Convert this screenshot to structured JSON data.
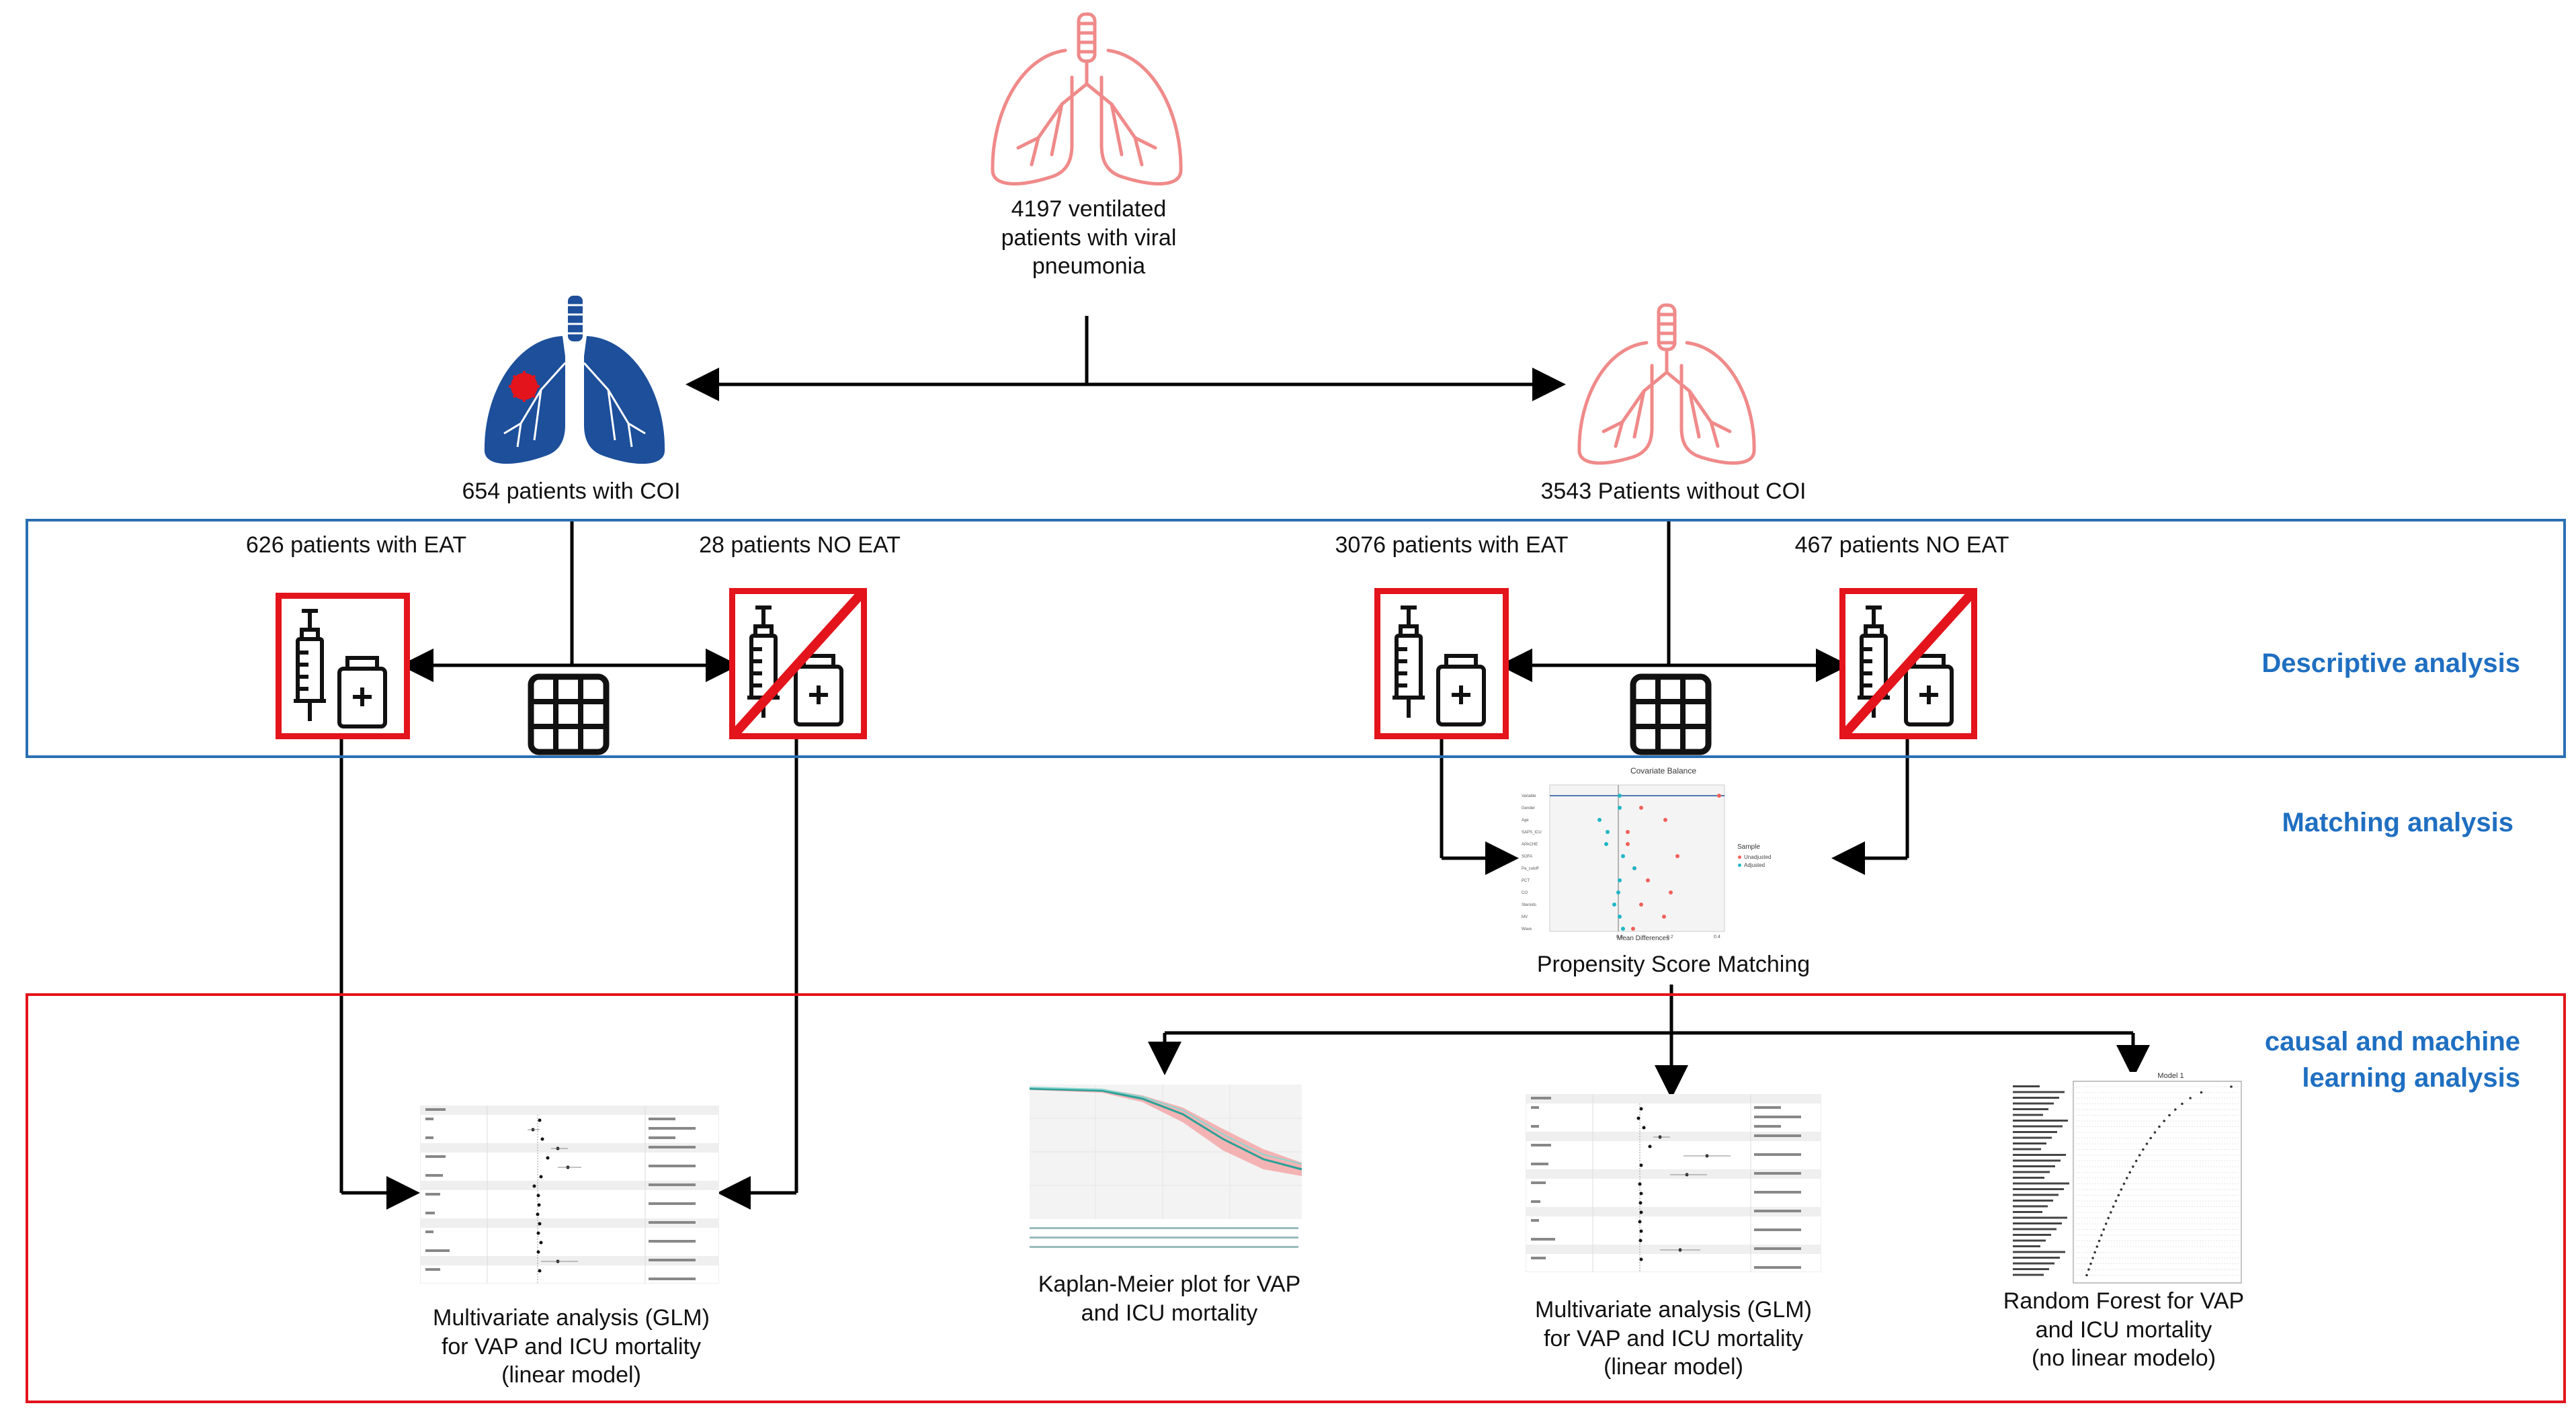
{
  "top": {
    "total_label_lines": [
      "4197 ventilated",
      "patients  with viral",
      "pneumonia"
    ]
  },
  "groups": {
    "coi": "654  patients with COI",
    "no_coi": "3543  Patients without COI"
  },
  "subgroups": {
    "coi_eat": "626  patients with EAT",
    "coi_no_eat": "28  patients NO EAT",
    "nocoi_eat": "3076 patients with EAT",
    "nocoi_no_eat": "467  patients NO EAT"
  },
  "sections": {
    "descriptive": "Descriptive analysis",
    "matching": "Matching analysis",
    "causal_line1": "causal and  machine",
    "causal_line2": "learning analysis"
  },
  "psm": {
    "title": "Covariate Balance",
    "xlabel": "Mean Differences",
    "legend_title": "Sample",
    "legend_items": [
      "Unadjusted",
      "Adjusted"
    ],
    "caption": "Propensity Score Matching",
    "colors": {
      "unadjusted": "#f0605a",
      "adjusted": "#1fb7c6"
    }
  },
  "outputs": {
    "glm_left": [
      "Multivariate analysis (GLM)",
      "for VAP and ICU mortality",
      "(linear model)"
    ],
    "km": [
      "Kaplan-Meier plot for VAP",
      "and ICU mortality"
    ],
    "glm_right": [
      "Multivariate analysis (GLM)",
      "for VAP and ICU mortality",
      "(linear model)"
    ],
    "rf": [
      "Random Forest for VAP",
      "and ICU mortality",
      "(no linear modelo)"
    ],
    "rf_title": "Model 1"
  },
  "colors": {
    "blue_box": "#2a6fb3",
    "red_box": "#e3141b",
    "section_text": "#1f6fc1",
    "lung_pink": "#f08a8a",
    "lung_blue": "#1d4f9a"
  }
}
